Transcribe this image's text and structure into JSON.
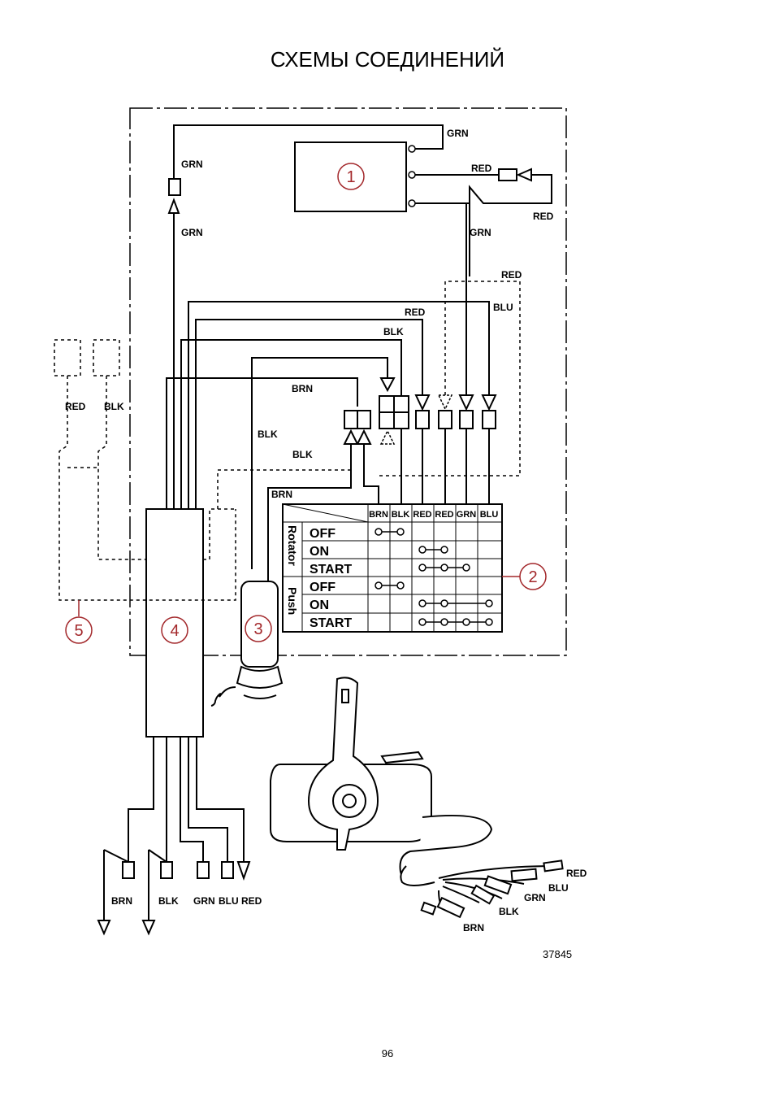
{
  "title": "СХЕМЫ СОЕДИНЕНИЙ",
  "figure_number": "37845",
  "page_number": "96",
  "callout_color": "#a3282b",
  "callouts": [
    "1",
    "2",
    "3",
    "4",
    "5"
  ],
  "wire_labels": {
    "top_grn": "GRN",
    "red_right": "RED",
    "red_loop": "RED",
    "grn_left_upper": "GRN",
    "grn_left_lower": "GRN",
    "grn_right": "GRN",
    "red_dashed": "RED",
    "blu": "BLU",
    "red_mid": "RED",
    "blk_mid": "BLK",
    "brn_mid": "BRN",
    "blk_lower": "BLK",
    "blk_lower2": "BLK",
    "brn_lower": "BRN",
    "lanyard_red": "RED",
    "lanyard_blk": "BLK"
  },
  "switch_table": {
    "headers": [
      "BRN",
      "BLK",
      "RED",
      "RED",
      "GRN",
      "BLU"
    ],
    "groups": [
      "Rotator",
      "Push"
    ],
    "rows": [
      "OFF",
      "ON",
      "START",
      "OFF",
      "ON",
      "START"
    ]
  },
  "harness_labels": [
    "BRN",
    "BLK",
    "GRN",
    "BLU",
    "RED"
  ],
  "remote_labels": [
    "RED",
    "BLU",
    "GRN",
    "BLK",
    "BRN"
  ]
}
